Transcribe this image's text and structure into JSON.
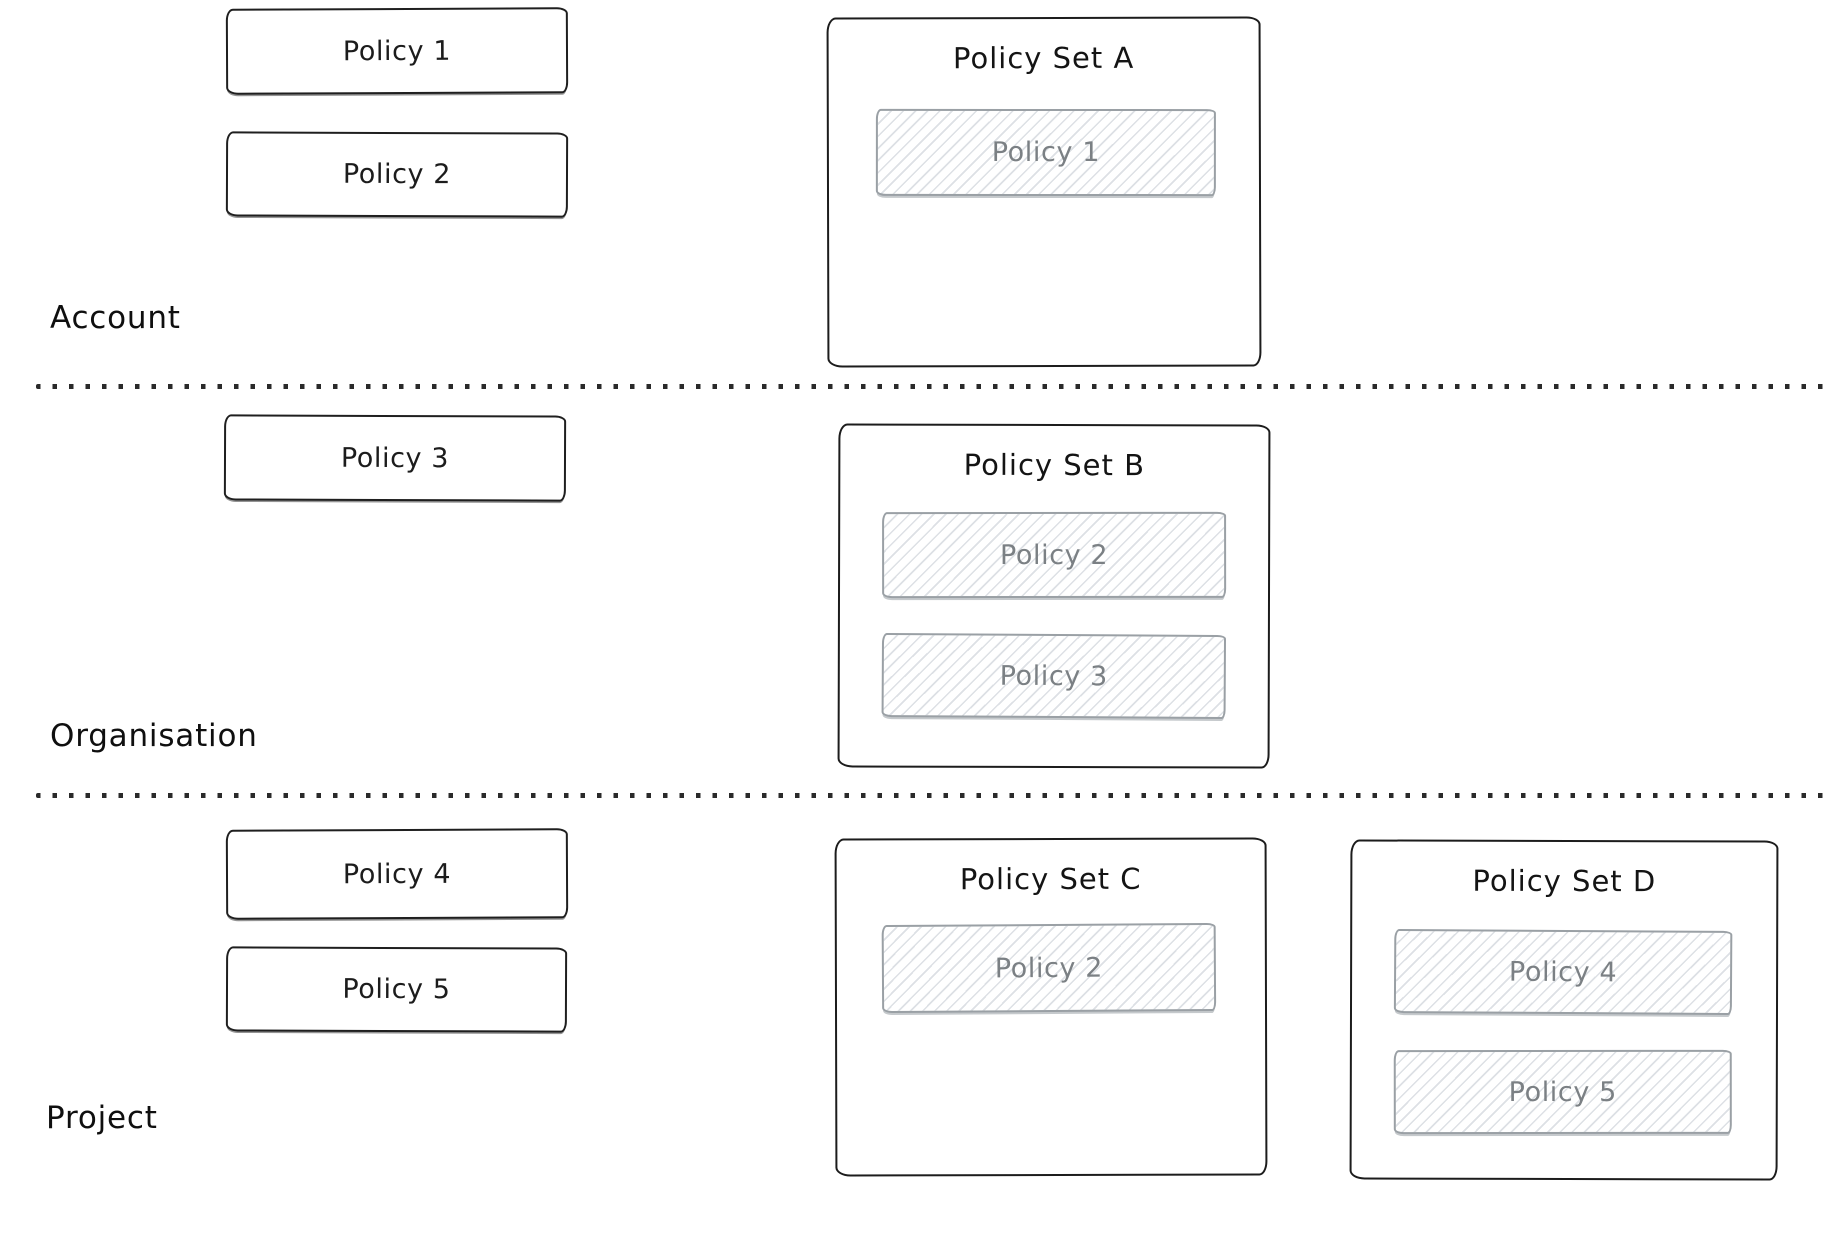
{
  "diagram": {
    "type": "policy-scope-diagram",
    "colors": {
      "background": "#ffffff",
      "stroke": "#1c1c1c",
      "hatch_border": "#9aa0a5",
      "hatch_line": "#c6ccd3",
      "hatch_text": "#7b8084",
      "divider_dot": "#2a2a2a"
    }
  },
  "rows": [
    {
      "label": "Account",
      "policies": [
        "Policy 1",
        "Policy 2"
      ],
      "sets": [
        {
          "title": "Policy Set A",
          "members": [
            "Policy 1"
          ]
        }
      ]
    },
    {
      "label": "Organisation",
      "policies": [
        "Policy 3"
      ],
      "sets": [
        {
          "title": "Policy Set B",
          "members": [
            "Policy 2",
            "Policy 3"
          ]
        }
      ]
    },
    {
      "label": "Project",
      "policies": [
        "Policy 4",
        "Policy 5"
      ],
      "sets": [
        {
          "title": "Policy Set C",
          "members": [
            "Policy 2"
          ]
        },
        {
          "title": "Policy Set D",
          "members": [
            "Policy 4",
            "Policy 5"
          ]
        }
      ]
    }
  ]
}
